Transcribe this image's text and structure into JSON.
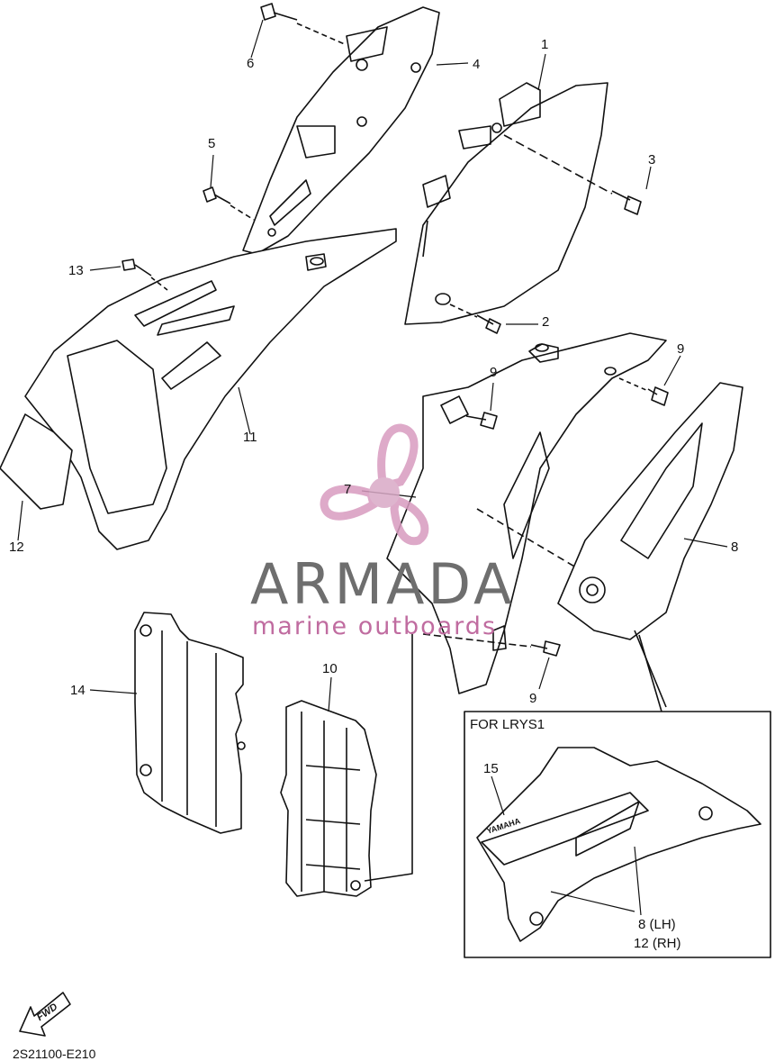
{
  "diagram": {
    "callouts": [
      {
        "id": "c1",
        "text": "1"
      },
      {
        "id": "c2",
        "text": "2"
      },
      {
        "id": "c3",
        "text": "3"
      },
      {
        "id": "c4",
        "text": "4"
      },
      {
        "id": "c5",
        "text": "5"
      },
      {
        "id": "c6",
        "text": "6"
      },
      {
        "id": "c7",
        "text": "7"
      },
      {
        "id": "c8",
        "text": "8"
      },
      {
        "id": "c9a",
        "text": "9"
      },
      {
        "id": "c9b",
        "text": "9"
      },
      {
        "id": "c9c",
        "text": "9"
      },
      {
        "id": "c10",
        "text": "10"
      },
      {
        "id": "c11",
        "text": "11"
      },
      {
        "id": "c12",
        "text": "12"
      },
      {
        "id": "c13",
        "text": "13"
      },
      {
        "id": "c14",
        "text": "14"
      }
    ],
    "inset": {
      "title": "FOR LRYS1",
      "callout15": "15",
      "label_lh": "8  (LH)",
      "label_rh": "12 (RH)",
      "decal_text": "YAMAHA"
    },
    "fwd_label": "FWD",
    "drawing_code": "2S21100-E210"
  },
  "watermark": {
    "brand": "ARMADA",
    "tagline": "marine outboards",
    "brand_color": "#6e6e6e",
    "accent_color": "#c06ca0"
  }
}
